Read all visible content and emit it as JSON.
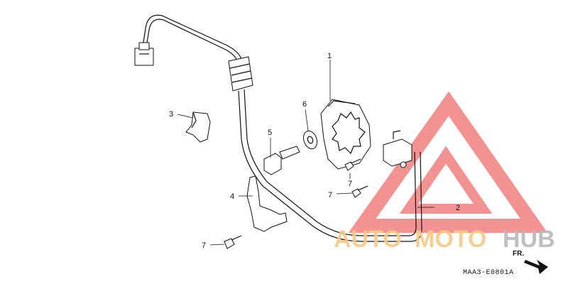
{
  "callouts": [
    {
      "id": "1",
      "text": "1"
    },
    {
      "id": "2",
      "text": "2"
    },
    {
      "id": "3",
      "text": "3"
    },
    {
      "id": "4",
      "text": "4"
    },
    {
      "id": "5",
      "text": "5"
    },
    {
      "id": "6",
      "text": "6"
    },
    {
      "id": "7a",
      "text": "7"
    },
    {
      "id": "7b",
      "text": "7"
    },
    {
      "id": "7c",
      "text": "7"
    }
  ],
  "diagram_code": "MAA3-E0801A",
  "direction_label": "FR.",
  "watermark": {
    "word_a": "AUTO",
    "word_b": "MOTO",
    "word_c": "HUB",
    "color_triangle": "#f27f7f",
    "color_a": "#f5c98a",
    "color_b": "#f5c98a",
    "color_c": "#b9b9b9"
  }
}
